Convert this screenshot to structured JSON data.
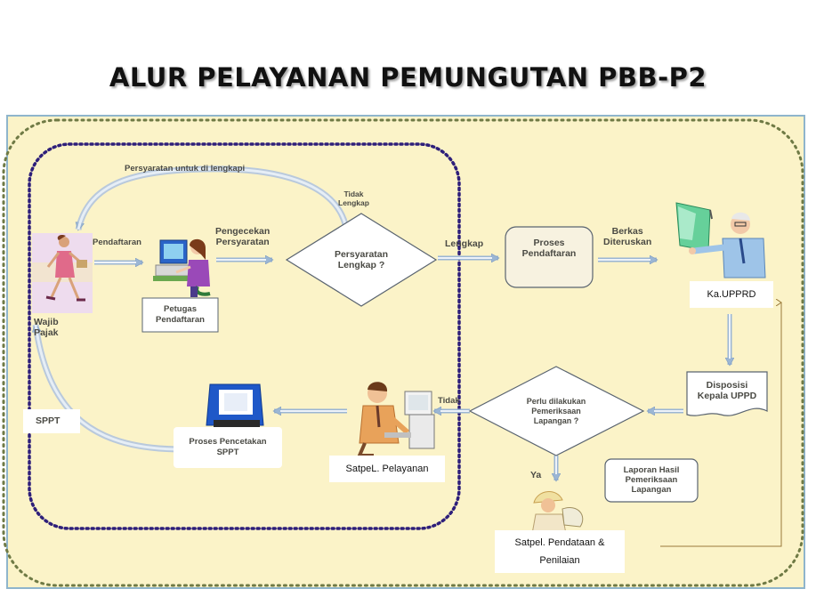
{
  "title": "ALUR PELAYANAN PEMUNGUTAN PBB-P2",
  "colors": {
    "panel": "#fbf3c8",
    "outer_dotted": "#6f7a45",
    "inner_dotted": "#2e1f7a",
    "arrow": "#a3bcd8",
    "shape_stroke": "#5a6470"
  },
  "nodes": {
    "wajib_pajak": "Wajib\nPajak",
    "petugas": "Petugas\nPendaftaran",
    "decision_persyaratan": "Persyaratan\nLengkap ?",
    "proses_pendaftaran": "Proses\nPendaftaran",
    "ka_upprd": "Ka.UPPRD",
    "disposisi": "Disposisi\nKepala UPPD",
    "decision_pemeriksaan": "Perlu dilakukan\nPemeriksaan\nLapangan ?",
    "laporan": "Laporan Hasil\nPemeriksaan\nLapangan",
    "satpel_pendataan": "Satpel. Pendataan &\nPenilaian",
    "satpel_pelayanan": "SatpeL. Pelayanan",
    "proses_pencetakan": "Proses Pencetakan\nSPPT",
    "sppt": "SPPT"
  },
  "edge_labels": {
    "persyaratan_lengkapi": "Persyaratan untuk di lengkapi",
    "tidak_lengkap": "Tidak\nLengkap",
    "pendaftaran": "Pendaftaran",
    "pengecekan": "Pengecekan\nPersyaratan",
    "lengkap": "Lengkap",
    "berkas": "Berkas\nDiteruskan",
    "tidak": "Tidak",
    "ya": "Ya"
  },
  "icons": [
    "woman-walking-icon",
    "computer-operator-icon",
    "presenter-icon",
    "office-worker-icon",
    "printer-computer-icon",
    "surveyor-icon"
  ]
}
